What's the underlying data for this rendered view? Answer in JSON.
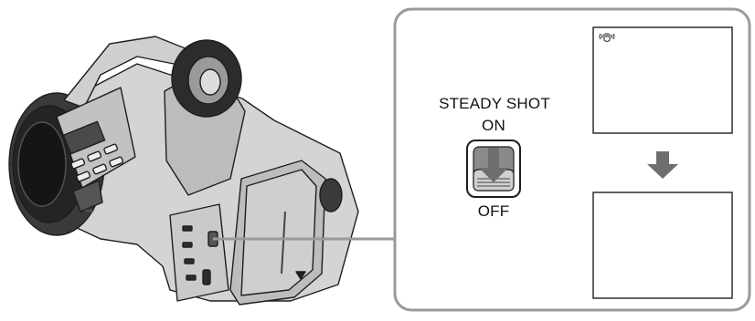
{
  "switch": {
    "title": "STEADY SHOT",
    "on_label": "ON",
    "off_label": "OFF"
  },
  "screens": {
    "top_icon": "steady-shot-hand-icon",
    "direction": "arrow-down-icon"
  },
  "colors": {
    "panel_border": "#9a9a9a",
    "camera_fill": "#d6d6d6",
    "camera_dark": "#2b2b2b",
    "arrow": "#6e6e6e"
  }
}
